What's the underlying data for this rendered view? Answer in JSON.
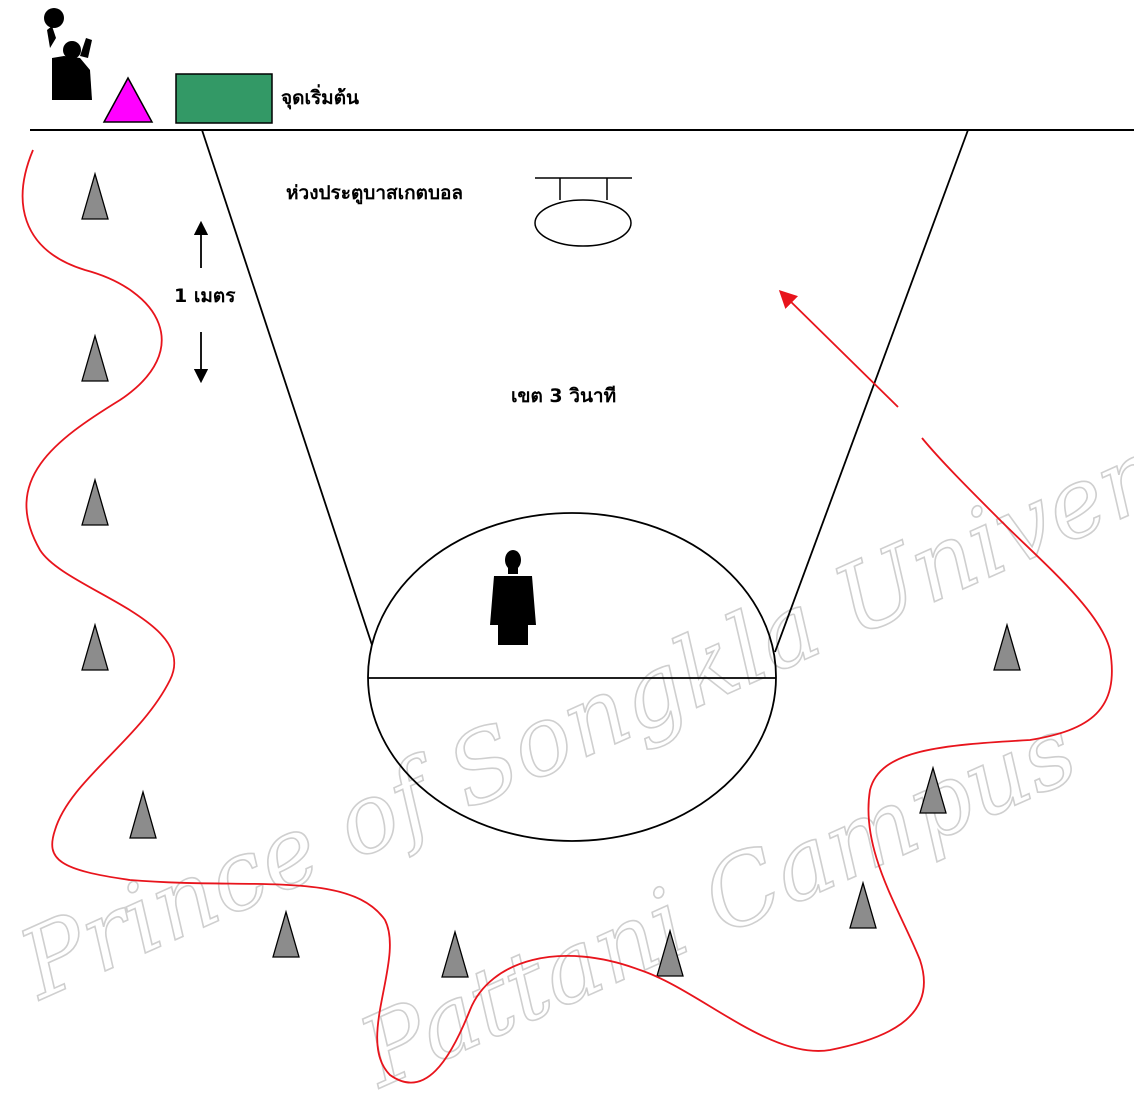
{
  "labels": {
    "start": "จุดเริ่มต้น",
    "hoop": "ห่วงประตูบาสเกตบอล",
    "distance": "1 เมตร",
    "zone": "เขต  3 วินาที"
  },
  "watermark": {
    "line1": "Prince of Songkla University",
    "line2": "Pattani Campus"
  },
  "colors": {
    "start_triangle": "#ff00ff",
    "start_box": "#339966",
    "cone": "#8c8c8c",
    "path": "#e8141c",
    "lines": "#000000",
    "watermark": "#cfcfcf"
  },
  "icons": [
    "basketball-shooter-icon",
    "defender-silhouette-icon"
  ]
}
